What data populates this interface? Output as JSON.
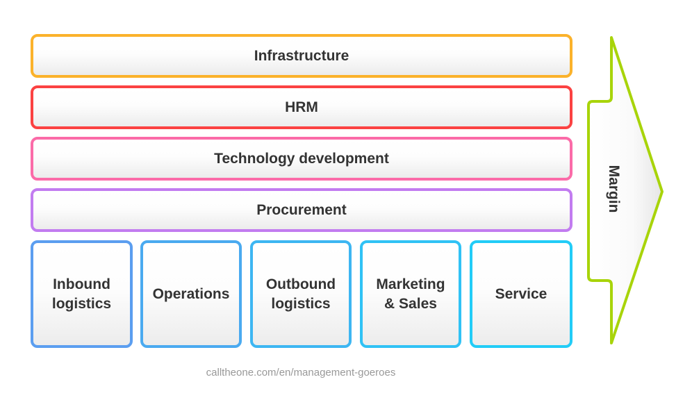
{
  "support_activities": [
    {
      "label": "Infrastructure",
      "color": "#fbb22b"
    },
    {
      "label": "HRM",
      "color": "#fb4242"
    },
    {
      "label": "Technology development",
      "color": "#fb6ba8"
    },
    {
      "label": "Procurement",
      "color": "#c27cf0"
    }
  ],
  "primary_activities": [
    {
      "label": "Inbound logistics",
      "color": "#5b9ef0"
    },
    {
      "label": "Operations",
      "color": "#4aaaf0"
    },
    {
      "label": "Outbound logistics",
      "color": "#3db6f2"
    },
    {
      "label": "Marketing & Sales",
      "color": "#30c2f5"
    },
    {
      "label": "Service",
      "color": "#22ccf7"
    }
  ],
  "margin": {
    "label": "Margin",
    "color": "#a8d40a"
  },
  "footer": "calltheone.com/en/management-goeroes"
}
